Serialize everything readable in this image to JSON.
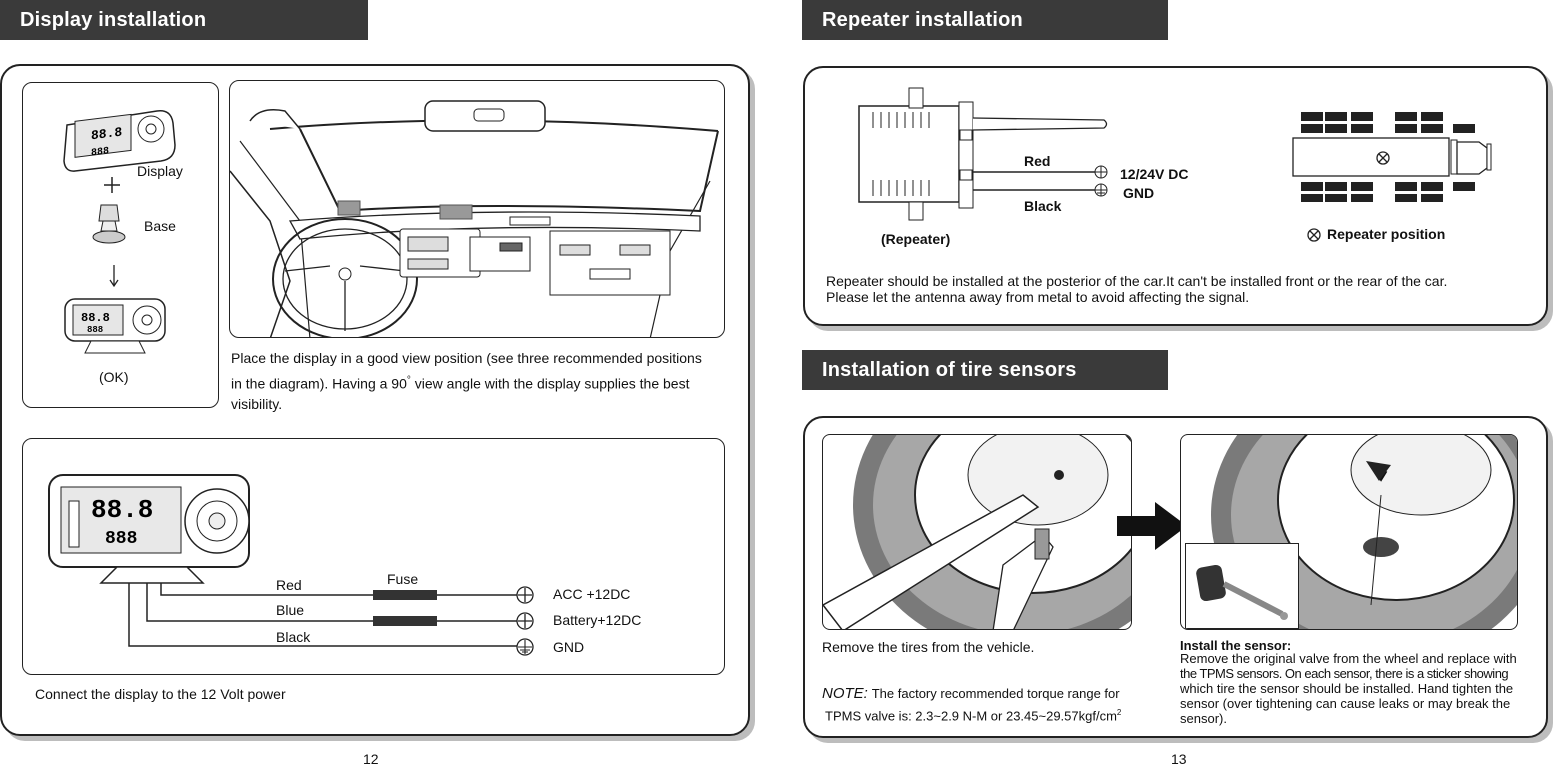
{
  "left_page": {
    "display_installation": {
      "header": "Display installation",
      "labels": {
        "display": "Display",
        "base": "Base",
        "ok": "(OK)"
      },
      "description": [
        "Place the display in a good view position (see three recommended positions",
        "in the diagram). Having a 90",
        "°",
        " view angle with the display supplies the best",
        "visibility."
      ],
      "wiring": {
        "wires": [
          "Red",
          "Blue",
          "Black"
        ],
        "fuse": "Fuse",
        "terminals": [
          "ACC +12DC",
          "Battery+12DC",
          "GND"
        ]
      },
      "connect_note": "Connect the display to the 12 Volt power"
    },
    "page_number": "12"
  },
  "right_page": {
    "repeater_installation": {
      "header": "Repeater installation",
      "wire_red": "Red",
      "wire_black": "Black",
      "power": "12/24V DC",
      "gnd": "GND",
      "repeater_label": "(Repeater)",
      "position_legend": "Repeater position",
      "notes": [
        "Repeater should be installed at the posterior of the car.It can't be installed front or the rear of the car.",
        "Please let the antenna away from metal to avoid affecting the signal."
      ]
    },
    "tire_sensors": {
      "header": "Installation of tire sensors",
      "remove_text": "Remove the tires from the vehicle.",
      "note_label": "NOTE:",
      "note_text": "The factory recommended torque range for",
      "note_text2": "TPMS valve is: 2.3~2.9 N-M or 23.45~29.57kgf/cm",
      "note_sup": "2",
      "install_title": "Install the sensor:",
      "install_lines": [
        "Remove the original valve from the wheel and replace with",
        "the TPMS sensors. On each sensor, there is a sticker showing",
        "which tire the sensor should be installed. Hand tighten the",
        "sensor (over tightening can cause leaks or may break the",
        "sensor)."
      ]
    },
    "page_number": "13"
  }
}
